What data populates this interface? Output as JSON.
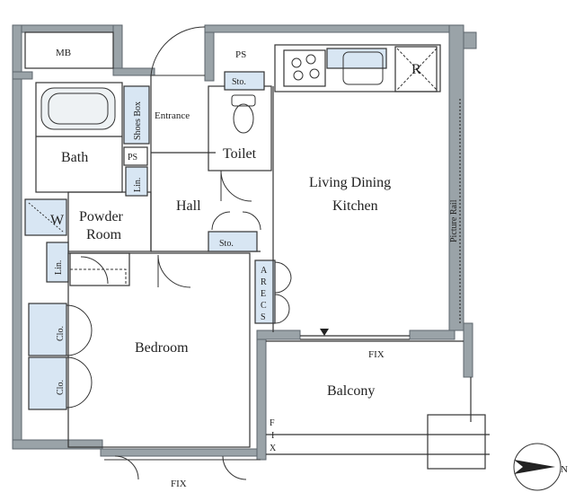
{
  "rooms": {
    "mb": "MB",
    "ps_top": "PS",
    "ps_small": "PS",
    "entrance": "Entrance",
    "shoes_box": "Shoes Box",
    "bath": "Bath",
    "sto_top": "Sto.",
    "sto_hall": "Sto.",
    "toilet": "Toilet",
    "hall": "Hall",
    "lin_upper": "Lin.",
    "lin_lower": "Lin.",
    "w": "W",
    "powder_room_1": "Powder",
    "powder_room_2": "Room",
    "living_1": "Living Dining",
    "living_2": "Kitchen",
    "picture_rail": "Picture Rail",
    "arecs": [
      "A",
      "R",
      "E",
      "C",
      "S"
    ],
    "r": "R",
    "bedroom": "Bedroom",
    "clo_upper": "Clo.",
    "clo_lower": "Clo.",
    "balcony": "Balcony",
    "fix_balcony": "FIX",
    "fix_bottom": "FIX",
    "fix_vertical": [
      "F",
      "I",
      "X"
    ],
    "north": "N"
  },
  "colors": {
    "wall": "#9aa3a8",
    "wall_edge": "#5c666c",
    "storage": "#d8e6f3",
    "line": "#333333"
  }
}
